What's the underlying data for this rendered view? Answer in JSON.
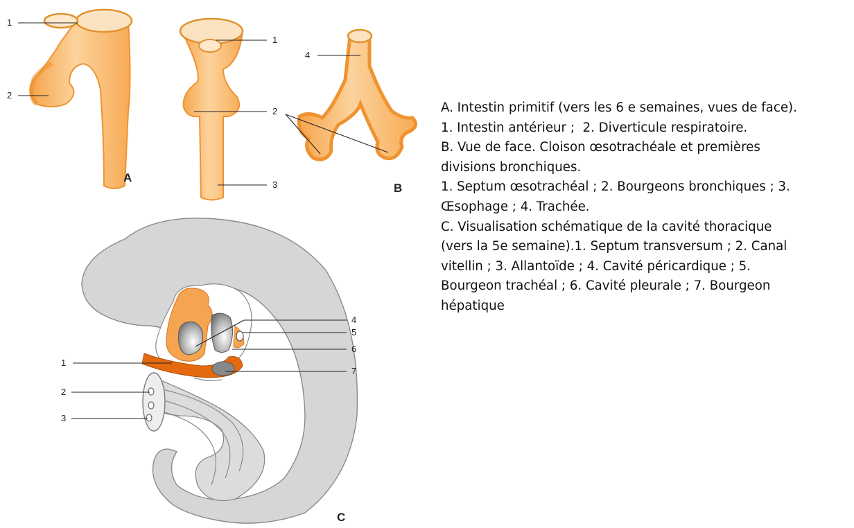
{
  "figure": {
    "panels": {
      "A": {
        "letter": "A",
        "labels": [
          "1",
          "2"
        ]
      },
      "B_middle": {
        "labels": [
          "1",
          "2",
          "3"
        ]
      },
      "B": {
        "letter": "B",
        "labels": [
          "4"
        ]
      },
      "C": {
        "letter": "C",
        "labels": [
          "1",
          "2",
          "3",
          "4",
          "5",
          "6",
          "7"
        ]
      }
    },
    "colors": {
      "tube_orange": "#f9b76a",
      "tube_light": "#fde3bd",
      "tube_dark": "#ef9332",
      "septum": "#e56a10",
      "embryo_gray": "#d8d8d8",
      "cavity_gray": "#9a9a9a"
    }
  },
  "caption": {
    "lines": [
      "A. Intestin primitif (vers les 6 e semaines, vues de face).",
      "1. Intestin antérieur ;  2. Diverticule respiratoire.",
      "B. Vue de face. Cloison œsotrachéale et premières",
      "divisions bronchiques.",
      "1. Septum œsotrachéal ; 2. Bourgeons bronchiques ; 3.",
      "Œsophage ; 4. Trachée.",
      "C. Visualisation schématique de la cavité thoracique",
      "(vers la 5e semaine).1. Septum transversum ; 2. Canal",
      "vitellin ; 3. Allantoïde ; 4. Cavité péricardique ; 5.",
      "Bourgeon trachéal ; 6. Cavité pleurale ; 7. Bourgeon",
      "hépatique"
    ]
  }
}
